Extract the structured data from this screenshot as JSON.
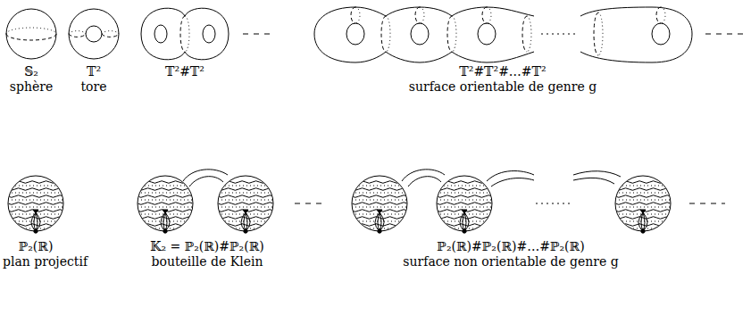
{
  "diagram": {
    "labels": [
      "𝕊₂",
      "sphère",
      "𝕋²",
      "tore",
      "𝕋²#𝕋²",
      "𝕋²#𝕋²#…#𝕋²",
      "surface orientable de genre g",
      "ℙ₂(ℝ)",
      "plan projectif",
      "𝕂₂ = ℙ₂(ℝ)#ℙ₂(ℝ)",
      "bouteille de Klein",
      "ℙ₂(ℝ)#ℙ₂(ℝ)#…#ℙ₂(ℝ)",
      "surface non orientable de genre g"
    ]
  }
}
